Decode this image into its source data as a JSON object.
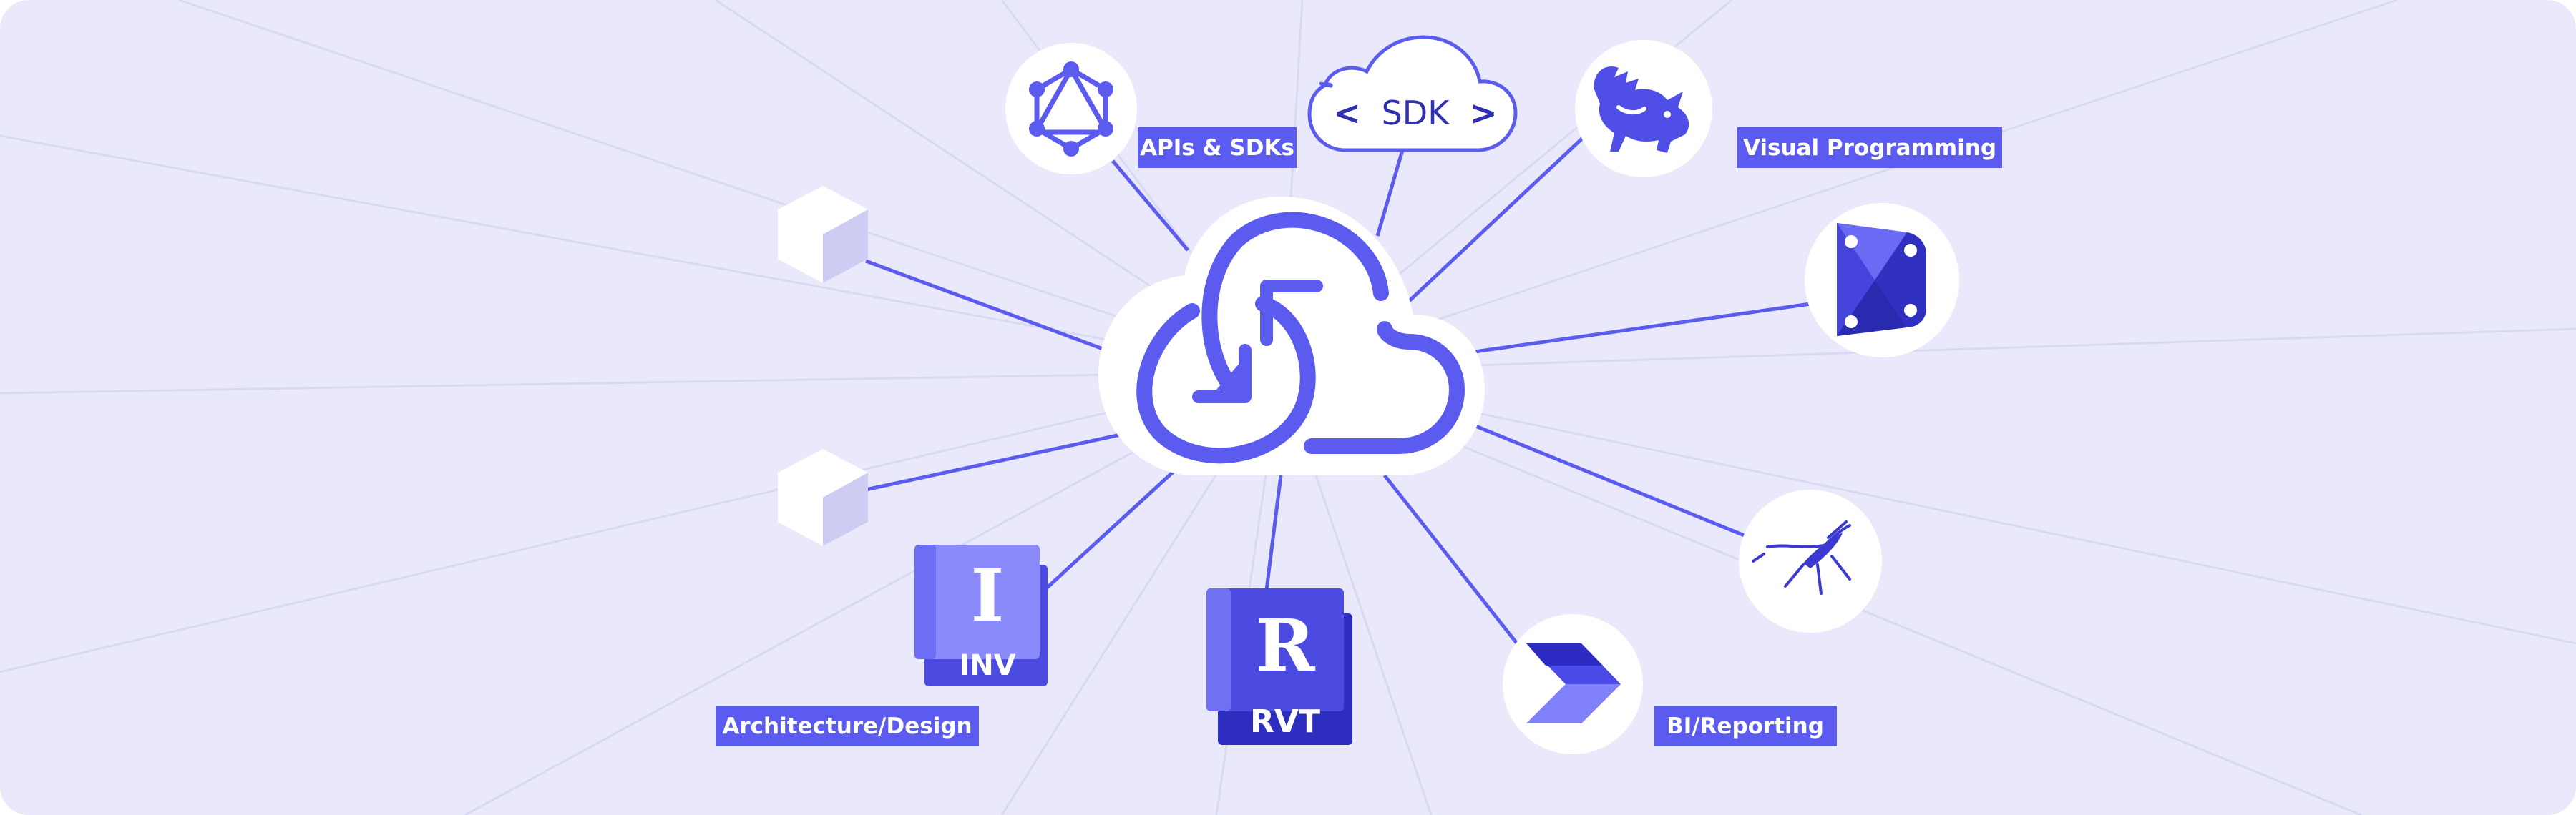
{
  "colors": {
    "background": "#e9e9fb",
    "accent": "#5b5bf0",
    "accent_dark": "#2f2fc8",
    "ray": "#dcdcf4",
    "white": "#ffffff"
  },
  "labels": {
    "apis_sdks": "APIs & SDKs",
    "visual_programming": "Visual Programming",
    "architecture_design": "Architecture/Design",
    "bi_reporting": "BI/Reporting"
  },
  "sdk_cloud": {
    "text": "SDK",
    "left_bracket": "<",
    "right_bracket": ">"
  },
  "apps": {
    "inventor": {
      "letter": "I",
      "code": "INV"
    },
    "revit": {
      "letter": "R",
      "code": "RVT"
    }
  },
  "icons": {
    "center": "cloud-sync-icon",
    "graphql": "graphql-icon",
    "sdk": "sdk-cloud-icon",
    "rhino": "rhino-icon",
    "dynamo": "dynamo-icon",
    "cube_top": "cube-icon",
    "cube_bottom": "cube-icon",
    "grasshopper": "grasshopper-icon",
    "power_automate": "power-automate-icon"
  }
}
